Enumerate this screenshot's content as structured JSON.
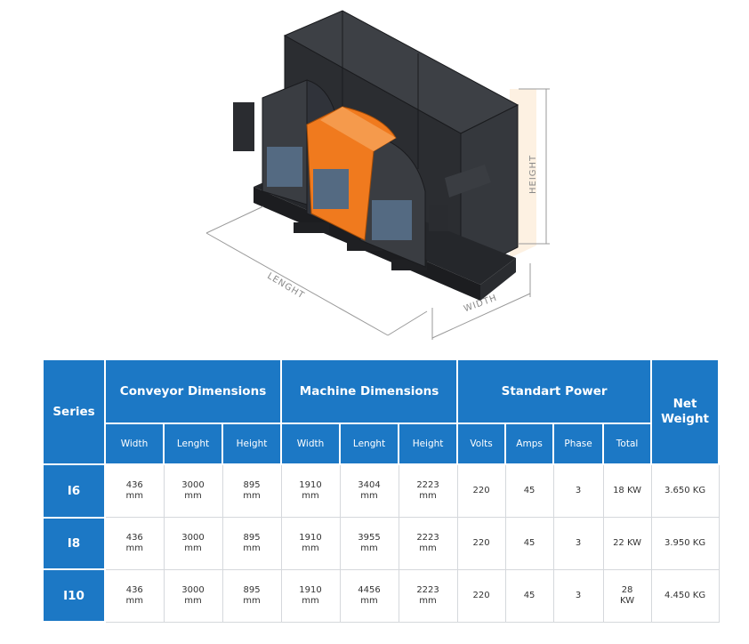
{
  "figure": {
    "labels": {
      "length": "LENGHT",
      "width": "WIDTH",
      "height": "HEIGHT"
    }
  },
  "table": {
    "series_header": "Series",
    "groups": [
      {
        "label": "Conveyor Dimensions"
      },
      {
        "label": "Machine Dimensions"
      },
      {
        "label": "Standart Power"
      }
    ],
    "net_weight_header": [
      "Net",
      "Weight"
    ],
    "subheaders": {
      "conveyor": [
        "Width",
        "Lenght",
        "Height"
      ],
      "machine": [
        "Width",
        "Lenght",
        "Height"
      ],
      "power": [
        "Volts",
        "Amps",
        "Phase",
        "Total"
      ]
    },
    "unit": "mm",
    "rows": [
      {
        "series": "I6",
        "conv_width": "436",
        "conv_length": "3000",
        "conv_height": "895",
        "mach_width": "1910",
        "mach_length": "3404",
        "mach_height": "2223",
        "volts": "220",
        "amps": "45",
        "phase": "3",
        "total": [
          "18 KW"
        ],
        "weight": "3.650 KG"
      },
      {
        "series": "I8",
        "conv_width": "436",
        "conv_length": "3000",
        "conv_height": "895",
        "mach_width": "1910",
        "mach_length": "3955",
        "mach_height": "2223",
        "volts": "220",
        "amps": "45",
        "phase": "3",
        "total": [
          "22 KW"
        ],
        "weight": "3.950 KG"
      },
      {
        "series": "I10",
        "conv_width": "436",
        "conv_length": "3000",
        "conv_height": "895",
        "mach_width": "1910",
        "mach_length": "4456",
        "mach_height": "2223",
        "volts": "220",
        "amps": "45",
        "phase": "3",
        "total": [
          "28",
          "KW"
        ],
        "weight": "4.450 KG"
      }
    ]
  },
  "colors": {
    "header_blue": "#1c78c5",
    "accent_orange": "#f07a1e",
    "body_dark": "#2e3136"
  }
}
